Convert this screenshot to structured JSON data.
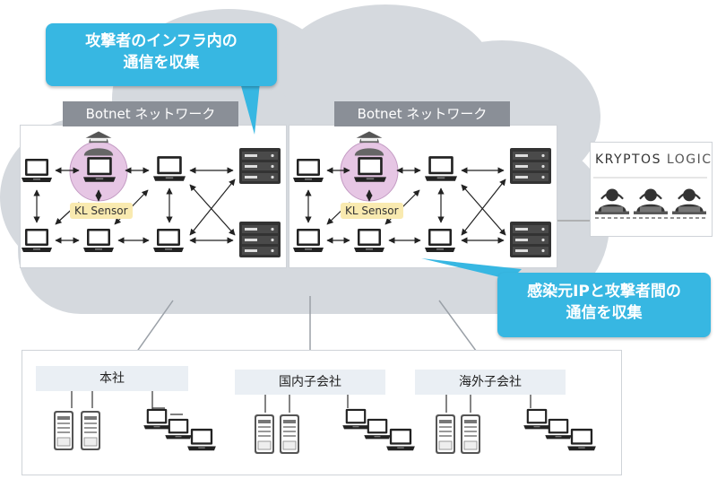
{
  "callouts": {
    "top": {
      "line1": "攻撃者のインフラ内の",
      "line2": "通信を収集"
    },
    "bottom": {
      "line1": "感染元IPと攻撃者間の",
      "line2": "通信を収集"
    }
  },
  "botnets": [
    {
      "label": "Botnet ネットワーク",
      "sensor": "KL Sensor"
    },
    {
      "label": "Botnet ネットワーク",
      "sensor": "KL Sensor"
    }
  ],
  "brand": {
    "name_bold": "KRYPTOS",
    "name_light": "LOGIC"
  },
  "offices": [
    {
      "label": "本社"
    },
    {
      "label": "国内子会社"
    },
    {
      "label": "海外子会社"
    }
  ],
  "colors": {
    "callout": "#37b7e2",
    "cloud": "#d5d9de",
    "sensor_circle": "#e6c6e4",
    "sensor_label": "#f9eab0",
    "label_bg": "#8a8f97"
  }
}
